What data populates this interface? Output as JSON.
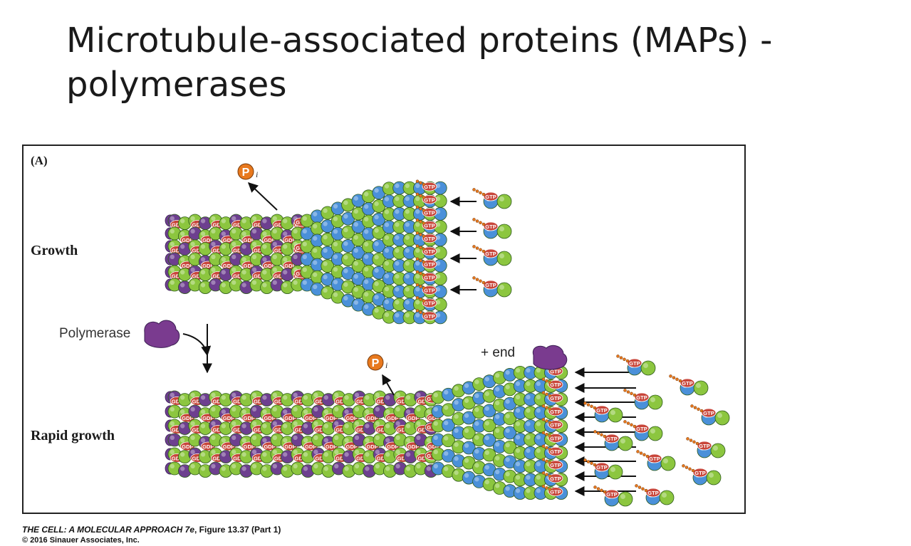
{
  "slide": {
    "title": "Microtubule-associated proteins (MAPs) - polymerases"
  },
  "figure": {
    "panel_label": "(A)",
    "growth_label": "Growth",
    "rapid_growth_label": "Rapid growth",
    "polymerase_label": "Polymerase",
    "plus_end_label": "+ end",
    "phosphate_letter": "P",
    "phosphate_subscript": "i",
    "gdp_label": "GDP",
    "gtp_label": "GTP",
    "colors": {
      "alpha_tubulin": "#8cc63f",
      "beta_tubulin": "#4a90d9",
      "gdp_bound": "#6d3f8f",
      "nucleotide_badge": "#c8453a",
      "phosphate": "#e8791e",
      "polymerase": "#7a3b8f"
    }
  },
  "caption": {
    "book": "THE CELL: A MOLECULAR APPROACH 7e",
    "figure_ref": ", Figure 13.37 (Part 1)",
    "copyright": "© 2016 Sinauer Associates, Inc."
  }
}
